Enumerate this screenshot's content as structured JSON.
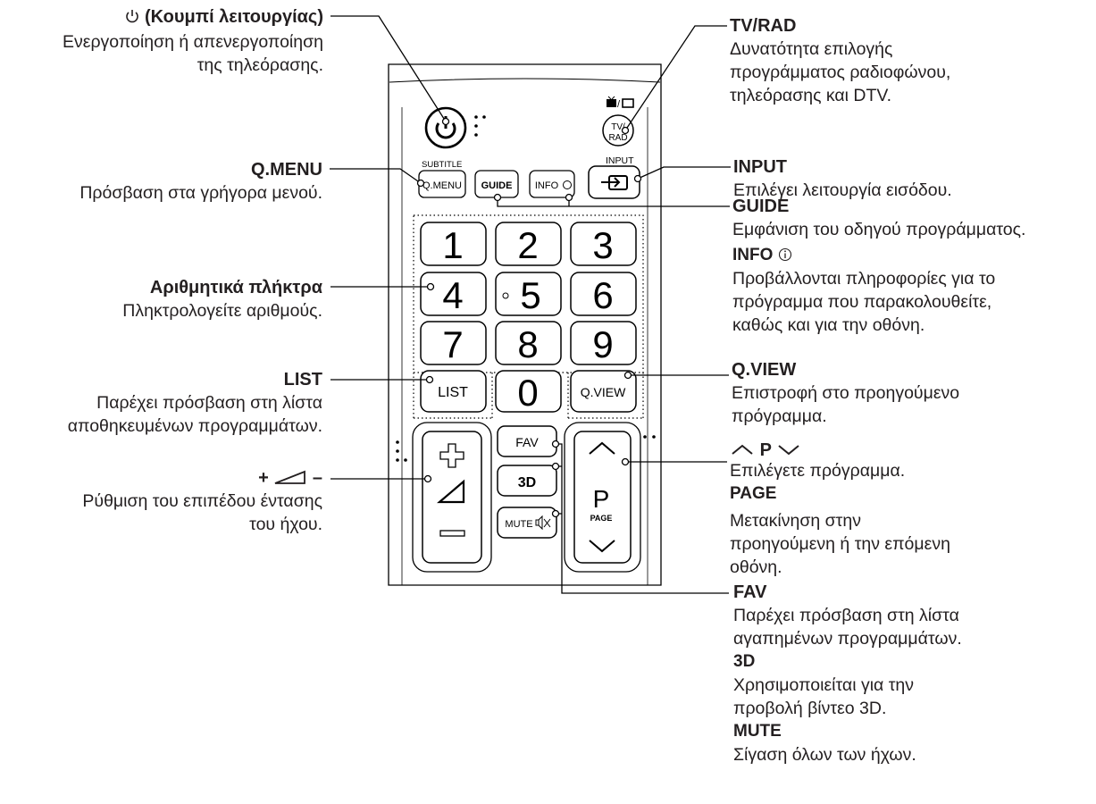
{
  "left_labels": {
    "power": {
      "title": "(Κουμπί λειτουργίας)",
      "desc_1": "Ενεργοποίηση ή απενεργοποίηση",
      "desc_2": "της τηλεόρασης."
    },
    "qmenu": {
      "title": "Q.MENU",
      "desc": "Πρόσβαση στα γρήγορα μενού."
    },
    "numeric": {
      "title": "Αριθμητικά πλήκτρα",
      "desc": "Πληκτρολογείτε αριθμούς."
    },
    "list": {
      "title": "LIST",
      "desc_1": "Παρέχει πρόσβαση στη λίστα",
      "desc_2": "αποθηκευμένων προγραμμάτων."
    },
    "volume": {
      "title_plus": "+",
      "title_minus": "–",
      "desc_1": "Ρύθμιση του επιπέδου έντασης",
      "desc_2": "του ήχου."
    }
  },
  "right_labels": {
    "tvrad": {
      "title": "TV/RAD",
      "desc_1": "Δυνατότητα επιλογής",
      "desc_2": "προγράμματος ραδιοφώνου,",
      "desc_3": "τηλεόρασης και DTV."
    },
    "input": {
      "title": "INPUT",
      "desc": "Επιλέγει λειτουργία εισόδου."
    },
    "guide": {
      "title": "GUIDE",
      "desc": "Εμφάνιση του οδηγού προγράμματος."
    },
    "info": {
      "title": "INFO",
      "desc_1": "Προβάλλονται πληροφορίες για το",
      "desc_2": "πρόγραμμα που παρακολουθείτε,",
      "desc_3": "καθώς και για την οθόνη."
    },
    "qview": {
      "title": "Q.VIEW",
      "desc_1": "Επιστροφή στο προηγούμενο",
      "desc_2": "πρόγραμμα."
    },
    "program": {
      "title": "P",
      "desc": "Επιλέγετε πρόγραμμα.",
      "page_title": "PAGE",
      "page_desc_1": "Μετακίνηση στην",
      "page_desc_2": "προηγούμενη ή την επόμενη",
      "page_desc_3": "οθόνη."
    },
    "fav": {
      "title": "FAV",
      "desc_1": "Παρέχει πρόσβαση στη λίστα",
      "desc_2": "αγαπημένων προγραμμάτων.",
      "d3_title": "3D",
      "d3_desc_1": "Χρησιμοποιείται για την",
      "d3_desc_2": "προβολή βίντεο 3D.",
      "mute_title": "MUTE",
      "mute_desc": "Σίγαση όλων των ήχων."
    }
  },
  "remote": {
    "subtitle_label": "SUBTITLE",
    "input_label": "INPUT",
    "qmenu_button": "Q.MENU",
    "guide_button": "GUIDE",
    "info_button": "INFO",
    "tv_rad_top": "TV/",
    "tv_rad_bottom": "RAD",
    "digits": [
      "1",
      "2",
      "3",
      "4",
      "5",
      "6",
      "7",
      "8",
      "9",
      "0"
    ],
    "list_button": "LIST",
    "qview_button": "Q.VIEW",
    "fav_button": "FAV",
    "three_d_button": "3D",
    "mute_button": "MUTE",
    "page_p": "P",
    "page_label": "PAGE"
  }
}
